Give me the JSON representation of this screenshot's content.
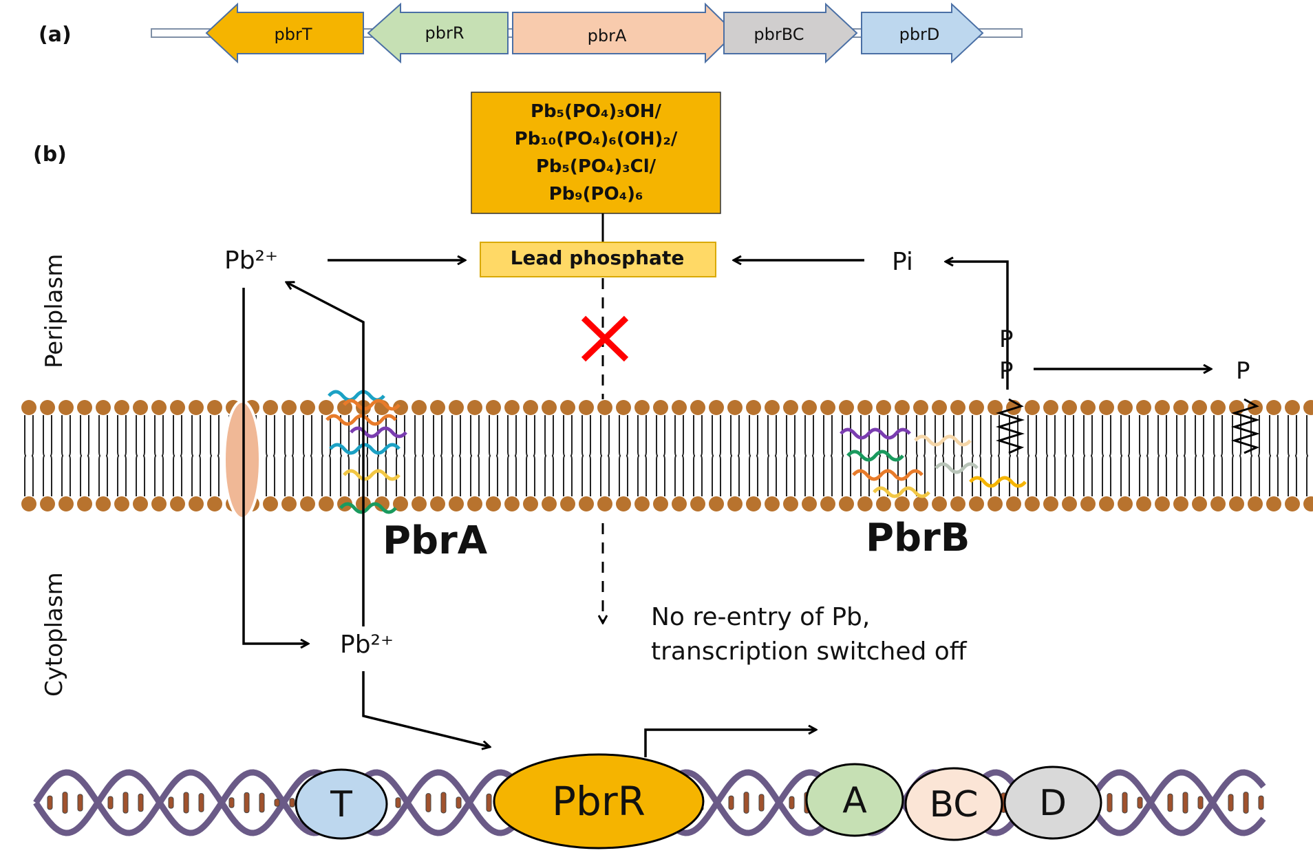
{
  "panel_a": {
    "label": "(a)",
    "genes": [
      {
        "name": "pbrT",
        "color": "#f5b400"
      },
      {
        "name": "pbrR",
        "color": "#c6e0b4"
      },
      {
        "name": "pbrA",
        "color": "#f8cbad"
      },
      {
        "name": "pbrBC",
        "color": "#d0cece"
      },
      {
        "name": "pbrD",
        "color": "#bdd7ee"
      }
    ]
  },
  "panel_b": {
    "label": "(b)",
    "chem_box": [
      "Pb₅(PO₄)₃OH/",
      "Pb₁₀(PO₄)₆(OH)₂/",
      "Pb₅(PO₄)₃Cl/",
      "Pb₉(PO₄)₆"
    ],
    "lead_phosphate": "Lead phosphate",
    "pb_periplasm": "Pb²⁺",
    "pb_cytoplasm": "Pb²⁺",
    "pi": "Pi",
    "p_upper": "P",
    "p_lower": "P",
    "p_right": "P",
    "periplasm": "Periplasm",
    "cytoplasm": "Cytoplasm",
    "pbra": "PbrA",
    "pbrb": "PbrB",
    "note_line1": "No re-entry of Pb,",
    "note_line2": "transcription switched off",
    "dna_genes": [
      {
        "name": "T",
        "color": "#bdd7ee"
      },
      {
        "name": "PbrR",
        "color": "#f5b400"
      },
      {
        "name": "A",
        "color": "#c6e0b4"
      },
      {
        "name": "BC",
        "color": "#fbe5d6"
      },
      {
        "name": "D",
        "color": "#d9d9d9"
      }
    ],
    "colors": {
      "chem_box": "#f5b400",
      "lead_box": "#ffd966",
      "x_mark": "#ff0000",
      "lipid_head": "#b8732e",
      "channel": "#f0b896",
      "dna_strand": "#6a5a87"
    }
  }
}
